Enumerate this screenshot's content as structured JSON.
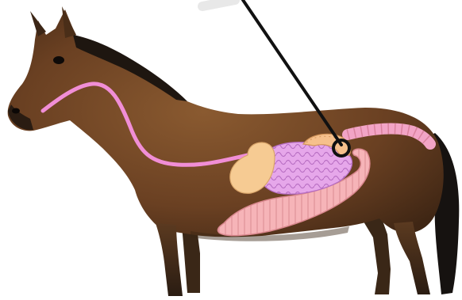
{
  "diagram": {
    "subject": "horse",
    "overlay_parts": [
      "esophagus",
      "stomach",
      "small-intestine",
      "large-colon",
      "small-colon",
      "cecum"
    ],
    "pointer_target": "cecum",
    "colors": {
      "background": "#ffffff",
      "horse_body": "#6b4222",
      "horse_dark": "#201812",
      "esophagus": "#f08ed6",
      "stomach": "#f6cb93",
      "small_intestine": "#e6a7ea",
      "large_colon": "#f6b4b8",
      "small_colon": "#f2a4c6",
      "cecum": "#f6c08c",
      "pointer": "#111111"
    }
  }
}
